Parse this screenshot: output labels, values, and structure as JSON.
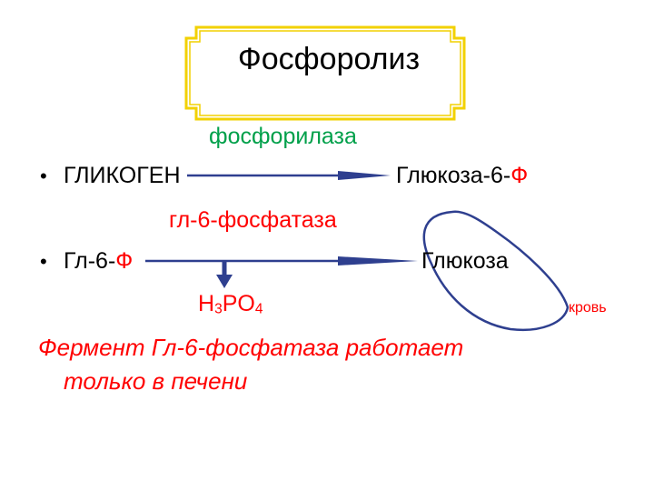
{
  "title": "Фосфоролиз",
  "reaction1": {
    "enzyme": "фосфорилаза",
    "bullet": "•",
    "substrate": "ГЛИКОГЕН",
    "product_prefix": "Глюкоза-6-",
    "product_suffix": "Ф"
  },
  "reaction2": {
    "enzyme": "гл-6-фосфатаза",
    "bullet": "•",
    "substrate_prefix": "Гл-6-",
    "substrate_suffix": "Ф",
    "product": "Глюкоза",
    "byproduct_h": "H",
    "byproduct_h_sub": "3",
    "byproduct_po": "PO",
    "byproduct_po_sub": "4",
    "loop_label": "кровь"
  },
  "note": {
    "line1": "Фермент Гл-6-фосфатаза работает",
    "line2": "только в печени"
  },
  "colors": {
    "title_frame": "#f2d100",
    "arrow": "#2e3f8f",
    "loop": "#2e3f8f",
    "enzyme1": "#00a04a",
    "enzyme2": "#ff0000",
    "phosphate": "#ff0000",
    "note": "#ff0000"
  }
}
